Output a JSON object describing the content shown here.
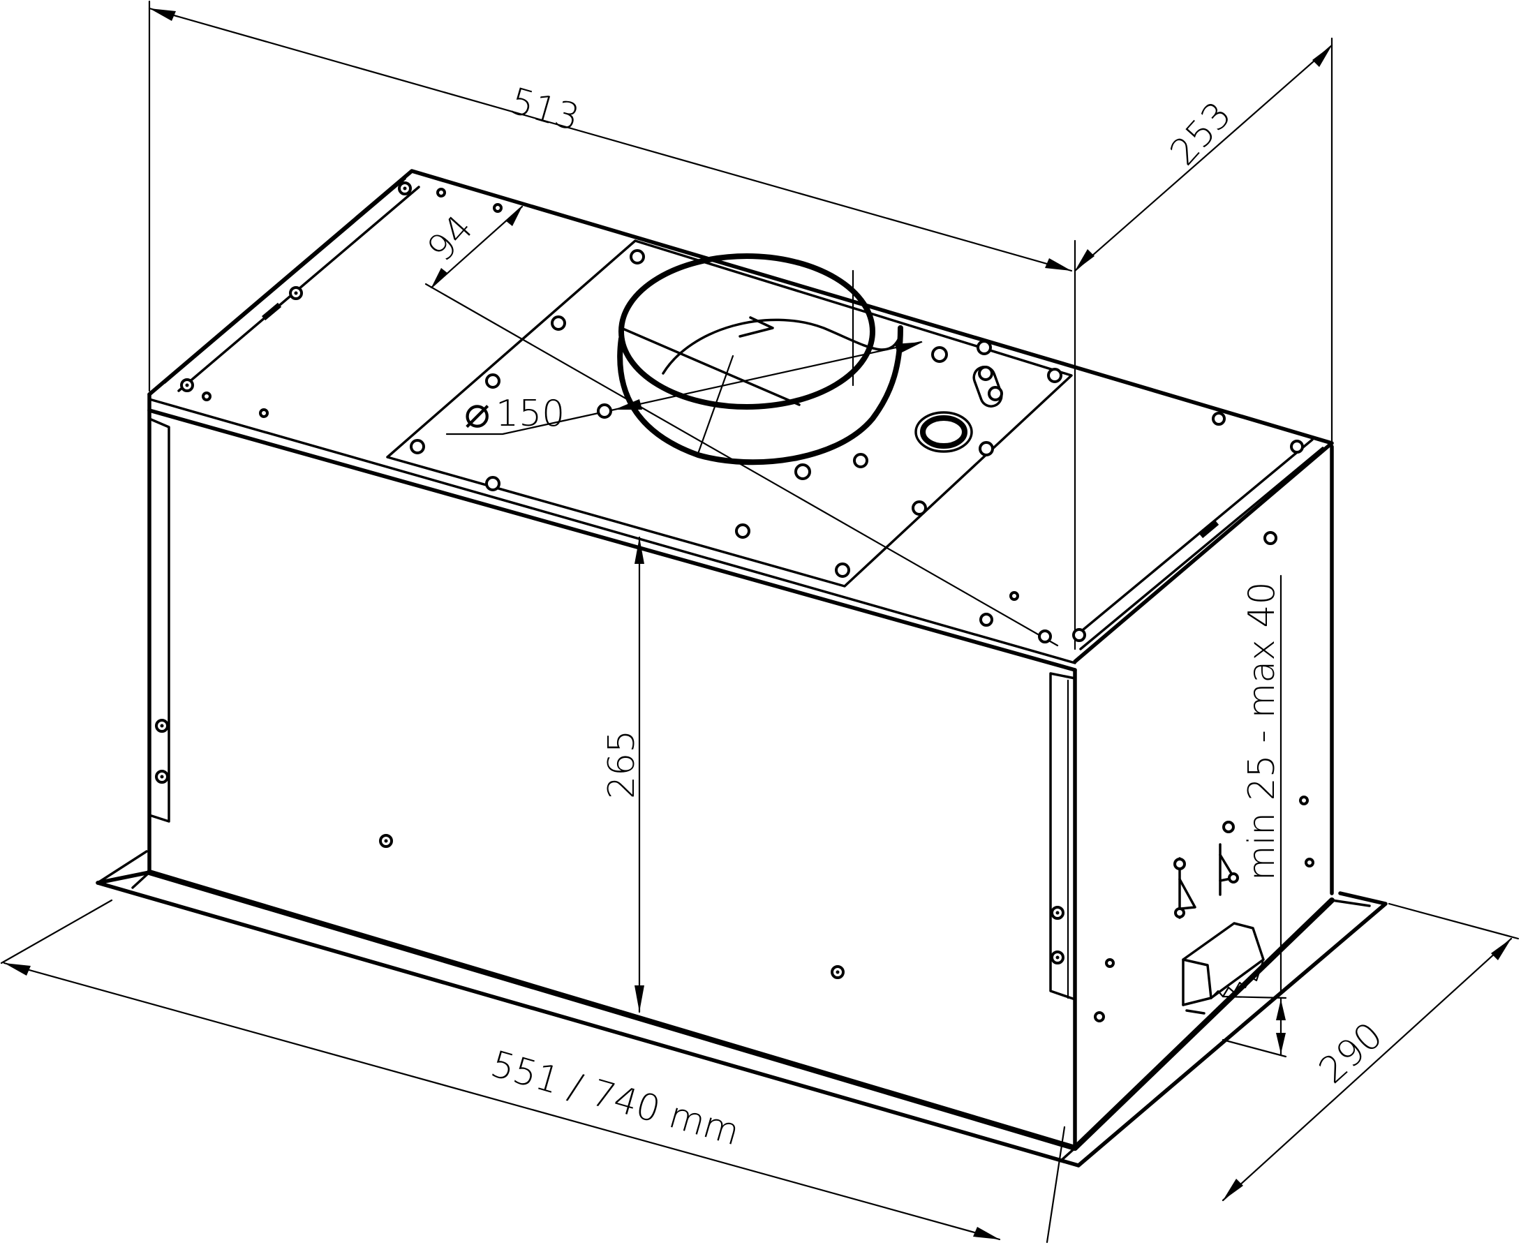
{
  "drawing": {
    "title": "Built-in cooker hood dimensional drawing",
    "view": "isometric",
    "line_color": "#000000",
    "background": "#ffffff"
  },
  "dimensions": {
    "top_width": "513",
    "top_depth": "253",
    "duct_offset": "94",
    "duct_diameter_symbol": "⌀",
    "duct_diameter": "150",
    "height": "265",
    "adjustment": "min 25 - max 40",
    "bottom_width": "551 / 740 mm",
    "bottom_depth": "290"
  },
  "parts": {
    "duct_collar": "exhaust-duct-collar",
    "top_plate": "motor-mounting-plate",
    "side_brackets": "side-fixing-brackets",
    "clamp": "toothed-mounting-clamp",
    "bottom_frame": "bottom-trim-frame"
  },
  "labels": {
    "left_rail_mark": "label-sticker",
    "right_rail_mark": "label-sticker"
  }
}
